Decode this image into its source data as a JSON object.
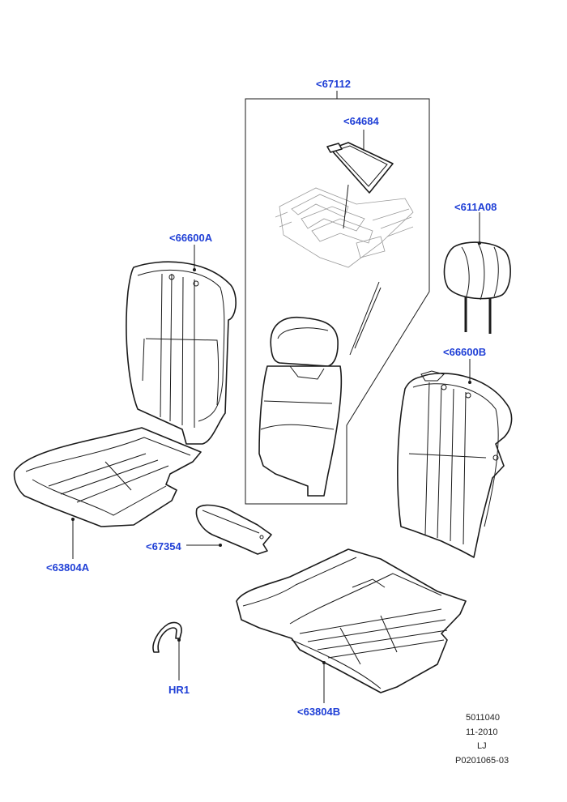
{
  "callouts": {
    "c67112": "<67112",
    "c64684": "<64684",
    "c611A08": "<611A08",
    "c66600A": "<66600A",
    "c66600B": "<66600B",
    "c67354": "<67354",
    "c63804A": "<63804A",
    "c63804B": "<63804B",
    "cHR1": "HR1"
  },
  "footer": {
    "ref_number": "5011040",
    "date": "11-2010",
    "initials": "LJ",
    "drawing_code": "P0201065-03"
  },
  "colors": {
    "callout": "#1f3fd6",
    "line": "#1a1a1a",
    "ghost": "#9a9a9a"
  }
}
